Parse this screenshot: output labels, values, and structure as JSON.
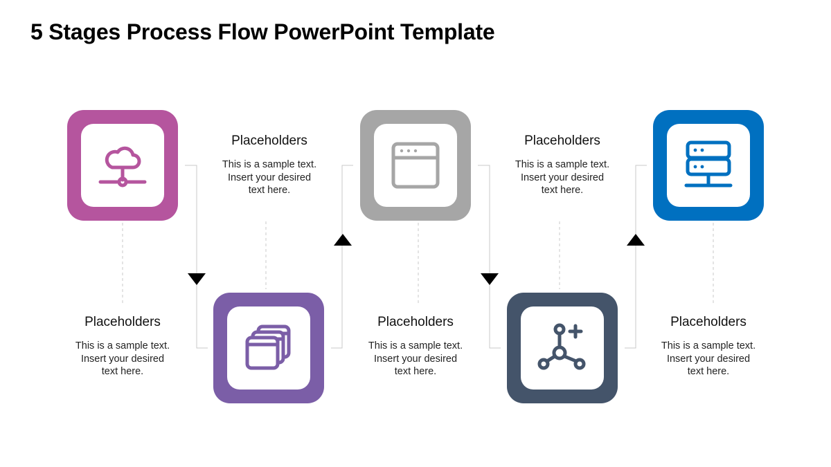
{
  "title": "5 Stages Process Flow PowerPoint Template",
  "colors": {
    "stage1": "#B5559E",
    "stage2": "#7B5EA7",
    "stage3": "#A6A6A6",
    "stage4": "#44546A",
    "stage5": "#0070C0",
    "line": "#C8C8C8",
    "arrow": "#000000"
  },
  "stages": [
    {
      "icon": "cloud-network-icon"
    },
    {
      "icon": "stacked-windows-icon"
    },
    {
      "icon": "browser-window-icon"
    },
    {
      "icon": "network-nodes-add-icon"
    },
    {
      "icon": "server-rack-icon"
    }
  ],
  "blocks": [
    {
      "heading": "Placeholders",
      "line1": "This is a sample text.",
      "line2": "Insert your desired",
      "line3": "text here."
    },
    {
      "heading": "Placeholders",
      "line1": "This is a sample text.",
      "line2": "Insert your desired",
      "line3": "text here."
    },
    {
      "heading": "Placeholders",
      "line1": "This is a sample text.",
      "line2": "Insert your desired",
      "line3": "text here."
    },
    {
      "heading": "Placeholders",
      "line1": "This is a sample text.",
      "line2": "Insert your desired",
      "line3": "text here."
    },
    {
      "heading": "Placeholders",
      "line1": "This is a sample text.",
      "line2": "Insert your desired",
      "line3": "text here."
    }
  ]
}
